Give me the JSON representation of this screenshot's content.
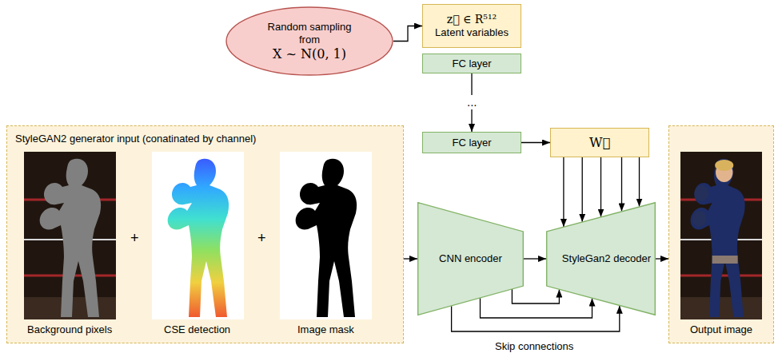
{
  "diagram": {
    "nodes": [
      {
        "text": [
          "Random sampling from",
          "X ~ N(0, 1)"
        ]
      },
      {
        "text": [
          "z⃗ ∈ R⁵¹²",
          "Latent variables"
        ]
      },
      {
        "text": [
          "FC layer"
        ]
      },
      {
        "text": [
          "FC layer"
        ]
      },
      {
        "text": [
          "W⃗"
        ]
      },
      {
        "text": [
          "StyleGAN2 generator input (conatinated by channel)"
        ]
      },
      {
        "text": [
          "CNN encoder"
        ]
      },
      {
        "text": [
          "StyleGan2 decoder"
        ]
      },
      {
        "text": [
          "Output image"
        ]
      }
    ],
    "edges": [
      {
        "from": 0,
        "to": 1,
        "arrow": "to"
      },
      {
        "from": 2,
        "to": 3,
        "arrow": "to"
      },
      {
        "from": 3,
        "to": 4,
        "arrow": "to"
      },
      {
        "from": 4,
        "to": 7,
        "arrow": "to"
      },
      {
        "from": 4,
        "to": 7,
        "arrow": "to"
      },
      {
        "from": 4,
        "to": 7,
        "arrow": "to"
      },
      {
        "from": 4,
        "to": 7,
        "arrow": "to"
      },
      {
        "from": 4,
        "to": 7,
        "arrow": "to"
      },
      {
        "from": 5,
        "to": 6,
        "arrow": "to"
      },
      {
        "from": 6,
        "to": 7,
        "arrow": "to"
      },
      {
        "from": 6,
        "to": 7,
        "arrow": "to"
      },
      {
        "from": 6,
        "to": 7,
        "arrow": "to"
      },
      {
        "from": 6,
        "to": 7,
        "arrow": "to"
      },
      {
        "from": 7,
        "to": 8,
        "arrow": "to"
      }
    ],
    "labels": [
      "Background pixels",
      "+",
      "CSE detection",
      "+",
      "Image mask",
      "...",
      "Skip connections"
    ]
  }
}
